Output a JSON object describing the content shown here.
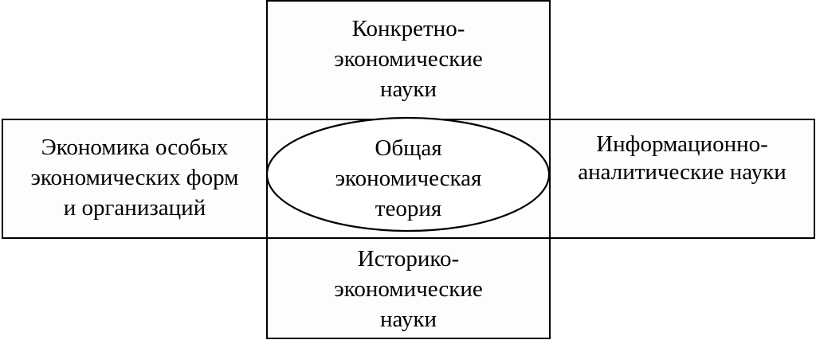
{
  "diagram": {
    "top": {
      "text": "Конкретно-\nэкономические\nнауки"
    },
    "left": {
      "text": "Экономика особых\nэкономических форм\nи организаций"
    },
    "center": {
      "text": "Общая\nэкономическая\nтеория"
    },
    "right": {
      "text": "Информационно-\nаналитические науки"
    },
    "bottom": {
      "text": "Историко-\nэкономические\nнауки"
    }
  }
}
